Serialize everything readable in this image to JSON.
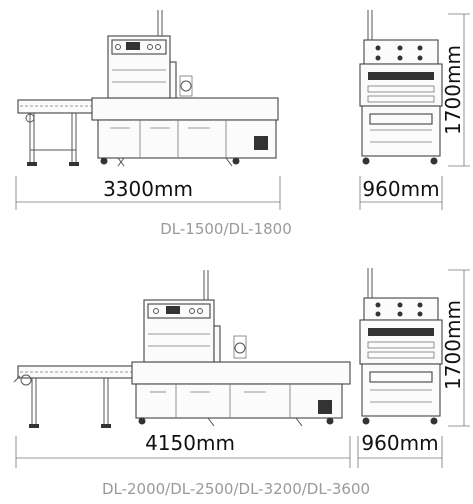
{
  "machine_top": {
    "width_label": "3300mm",
    "side_width_label": "960mm",
    "height_label": "1700mm",
    "model_label": "DL-1500/DL-1800"
  },
  "machine_bottom": {
    "width_label": "4150mm",
    "side_width_label": "960mm",
    "height_label": "1700mm",
    "model_label": "DL-2000/DL-2500/DL-3200/DL-3600"
  }
}
